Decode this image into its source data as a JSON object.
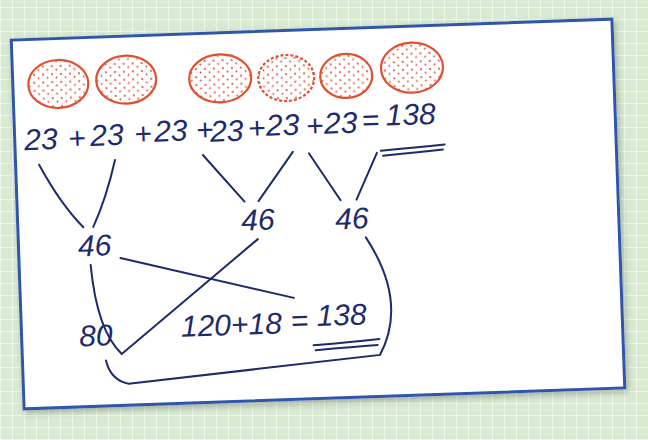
{
  "diagram": {
    "labels": [
      "23",
      "+",
      "23",
      "+",
      "23",
      "+",
      "23",
      "+",
      "23",
      "+",
      "23",
      "=",
      "138",
      "46",
      "46",
      "46",
      "80",
      "120+18",
      "=",
      "138"
    ]
  }
}
